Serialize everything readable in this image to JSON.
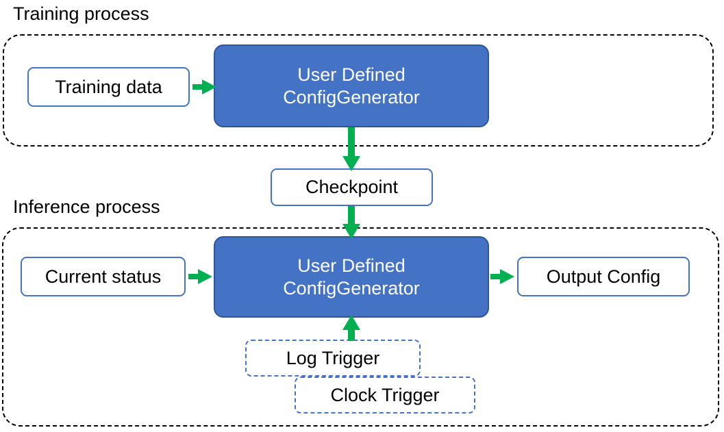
{
  "diagram": {
    "title": "Training process / Inference process configuration generator flow",
    "colors": {
      "accent_blue_fill": "#4472C4",
      "accent_blue_border": "#2F5597",
      "node_outline_blue": "#4472C4",
      "arrow_green": "#00B050",
      "container_dash": "#000000",
      "text_dark": "#000000",
      "text_light": "#FFFFFF",
      "background": "#FFFFFF"
    },
    "sections": [
      {
        "id": "training",
        "caption": "Training process"
      },
      {
        "id": "inference",
        "caption": "Inference process"
      }
    ],
    "nodes": {
      "training_data": {
        "label": "Training data",
        "style": "plain"
      },
      "train_generator": {
        "label": "User Defined\nConfigGenerator",
        "style": "primary"
      },
      "checkpoint": {
        "label": "Checkpoint",
        "style": "plain"
      },
      "current_status": {
        "label": "Current status",
        "style": "plain"
      },
      "infer_generator": {
        "label": "User Defined\nConfigGenerator",
        "style": "primary"
      },
      "output_config": {
        "label": "Output Config",
        "style": "plain"
      },
      "log_trigger": {
        "label": "Log Trigger",
        "style": "trigger"
      },
      "clock_trigger": {
        "label": "Clock Trigger",
        "style": "trigger"
      }
    },
    "edges": [
      {
        "id": "training-data-to-generator",
        "from": "training_data",
        "to": "train_generator",
        "direction": "right"
      },
      {
        "id": "generator-to-checkpoint",
        "from": "train_generator",
        "to": "checkpoint",
        "direction": "down"
      },
      {
        "id": "checkpoint-to-infer",
        "from": "checkpoint",
        "to": "infer_generator",
        "direction": "down"
      },
      {
        "id": "current-status-to-infer",
        "from": "current_status",
        "to": "infer_generator",
        "direction": "right"
      },
      {
        "id": "infer-to-output-config",
        "from": "infer_generator",
        "to": "output_config",
        "direction": "right"
      },
      {
        "id": "triggers-to-infer",
        "from": "log_trigger",
        "to": "infer_generator",
        "direction": "up"
      }
    ]
  }
}
